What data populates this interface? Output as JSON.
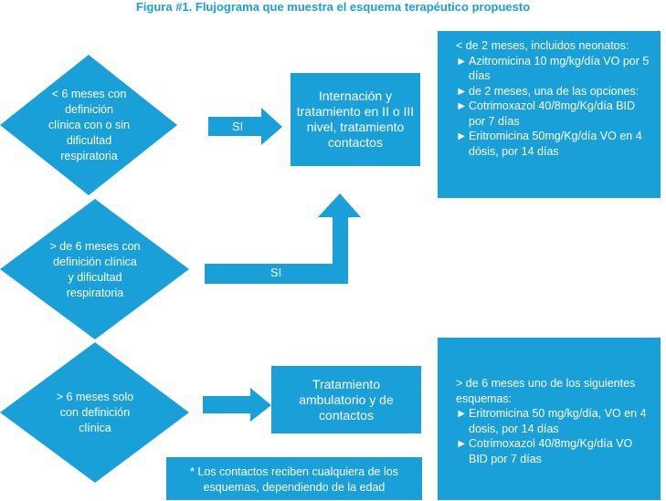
{
  "title": "Figura #1. Flujograma que muestra el esquema terapéutico propuesto",
  "colors": {
    "primary": "#1aa0d8",
    "text_on_primary": "#ffffff"
  },
  "diamonds": [
    {
      "lines": [
        "< 6 meses con",
        "definición",
        "clínica con o sin",
        "dificultad",
        "respiratoria"
      ]
    },
    {
      "lines": [
        "> de 6 meses con",
        "definición clínica",
        "y dificultad",
        "respiratoria"
      ]
    },
    {
      "lines": [
        "> 6 meses solo",
        "con definición",
        "clínica"
      ]
    }
  ],
  "arrows": {
    "first": "SI",
    "second": "SI"
  },
  "boxes": {
    "internacion": "Internación y tratamiento en II o III nivel, tratamiento contactos",
    "ambulatorio": "Tratamiento ambulatorio y de contactos"
  },
  "scheme_top": {
    "header": "< de 2 meses, incluidos neonatos:",
    "items": [
      "Azitromicina 10 mg/kg/día VO por 5 días",
      "de 2 meses, una de las opciones:",
      "Cotrimoxazol 40/8mg/Kg/día BID por 7 días",
      "Eritromicina 50mg/Kg/día VO en 4 dósis, por 14 días"
    ]
  },
  "scheme_bottom": {
    "header": "> de 6 meses uno de los siguientes esquemas:",
    "items": [
      "Eritromicina 50 mg/kg/día, VO en 4 dosis, por 14 días",
      "Cotrimoxazol 40/8mg/Kg/día VO BID por 7 días"
    ]
  },
  "bullet_glyph": "►",
  "footnote": "* Los contactos reciben cualquiera de los esquemas, dependiendo de la edad"
}
